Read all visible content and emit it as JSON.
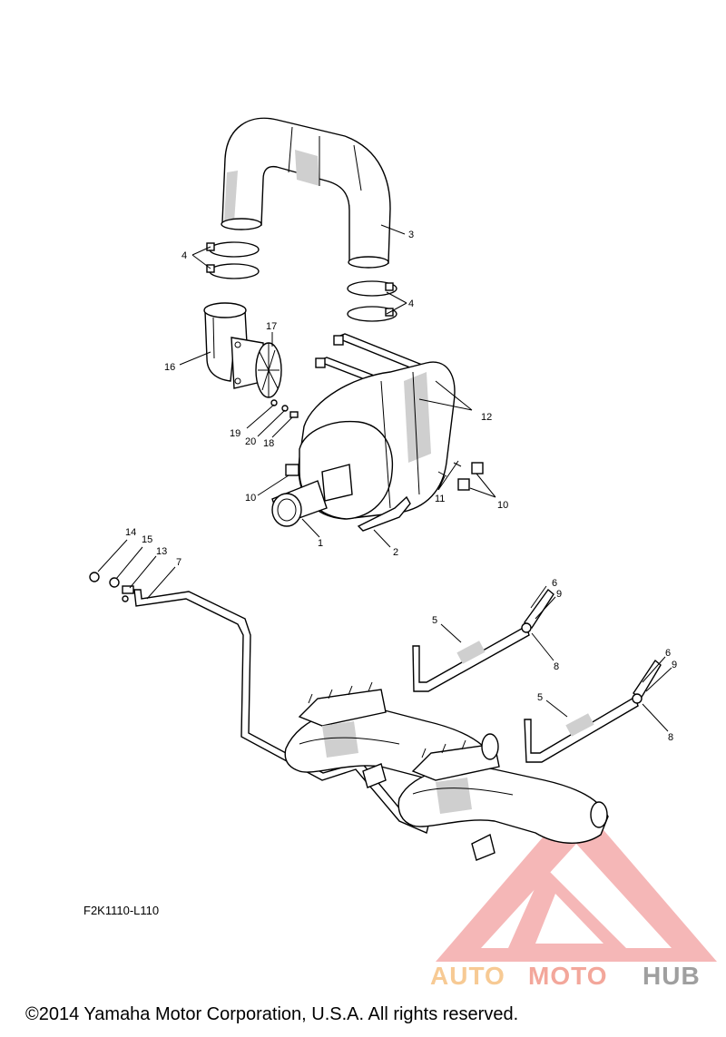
{
  "diagram": {
    "reference_code": "F2K1110-L110",
    "copyright": "©2014 Yamaha Motor Corporation, U.S.A. All rights reserved.",
    "watermark": {
      "part1": "AUTO",
      "part2": "MOTO",
      "part3": "HUB"
    },
    "callouts": {
      "c1": "1",
      "c2": "2",
      "c3": "3",
      "c4a": "4",
      "c4b": "4",
      "c5a": "5",
      "c5b": "5",
      "c6a": "6",
      "c6b": "6",
      "c7": "7",
      "c8a": "8",
      "c8b": "8",
      "c9a": "9",
      "c9b": "9",
      "c10a": "10",
      "c10b": "10",
      "c11": "11",
      "c12": "12",
      "c13": "13",
      "c14": "14",
      "c15": "15",
      "c16": "16",
      "c17": "17",
      "c18": "18",
      "c19": "19",
      "c20": "20"
    }
  }
}
